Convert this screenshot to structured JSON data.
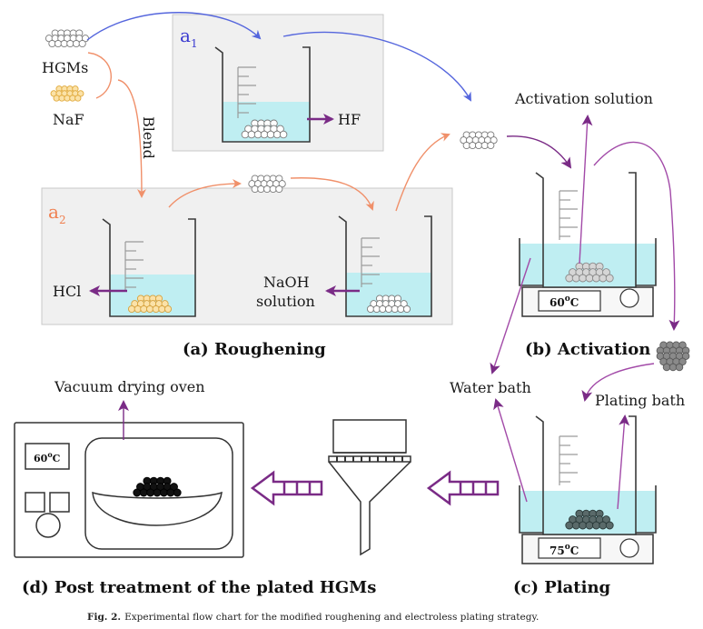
{
  "labels": {
    "hgms": "HGMs",
    "naf": "NaF",
    "blend": "Blend",
    "a1_letter": "a",
    "a1_sub": "1",
    "a2_letter": "a",
    "a2_sub": "2",
    "hf": "HF",
    "hcl": "HCl",
    "naoh_line1": "NaOH",
    "naoh_line2": "solution",
    "activation_solution": "Activation solution",
    "water_bath": "Water bath",
    "plating_bath": "Plating bath",
    "vacuum_drying_oven": "Vacuum drying oven",
    "temp_activation_num": "60",
    "temp_plating_num": "75",
    "temp_oven_num": "60",
    "temp_deg": "o",
    "temp_unit": "C"
  },
  "titles": {
    "roughening": "(a) Roughening",
    "activation": "(b) Activation",
    "plating": "(c) Plating",
    "post_treatment": "(d) Post treatment of the plated HGMs"
  },
  "caption": {
    "prefix": "Fig. 2.",
    "text": "Experimental flow chart for the modified roughening and electroless plating strategy."
  },
  "colors": {
    "blue_arrow": "#5566dd",
    "orange_arrow": "#f0906a",
    "purple_arrow": "#7a2b86",
    "magenta_line": "#a24aa8",
    "liquid": "#bfeef2",
    "a1_label": "#3a3ad0",
    "a2_label": "#f08050"
  },
  "icons": [
    "beaker-icon",
    "hot-plate-icon",
    "funnel-filter-icon",
    "vacuum-oven-icon",
    "hollow-arrow-icon"
  ]
}
